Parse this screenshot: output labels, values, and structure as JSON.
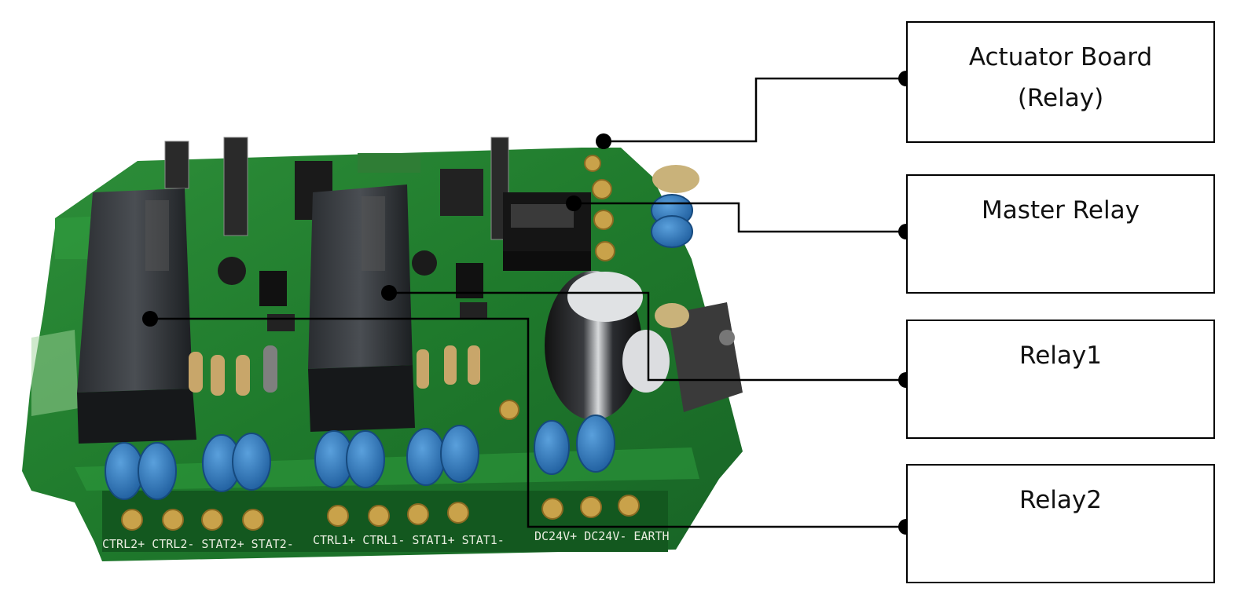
{
  "labels": {
    "actuator_board_line1": "Actuator Board",
    "actuator_board_line2": "(Relay)",
    "master_relay": "Master Relay",
    "relay1": "Relay1",
    "relay2": "Relay2"
  },
  "board": {
    "silkscreen_left": "CTRL2+ CTRL2- STAT2+ STAT2-",
    "silkscreen_mid": "CTRL1+ CTRL1- STAT1+ STAT1-",
    "silkscreen_right": "DC24V+ DC24V- EARTH"
  },
  "colors": {
    "pcb_green": "#1f7a2c",
    "relay_black": "#1c1f22",
    "capacitor_blue": "#2a6fb4",
    "leader_line": "#000000"
  }
}
